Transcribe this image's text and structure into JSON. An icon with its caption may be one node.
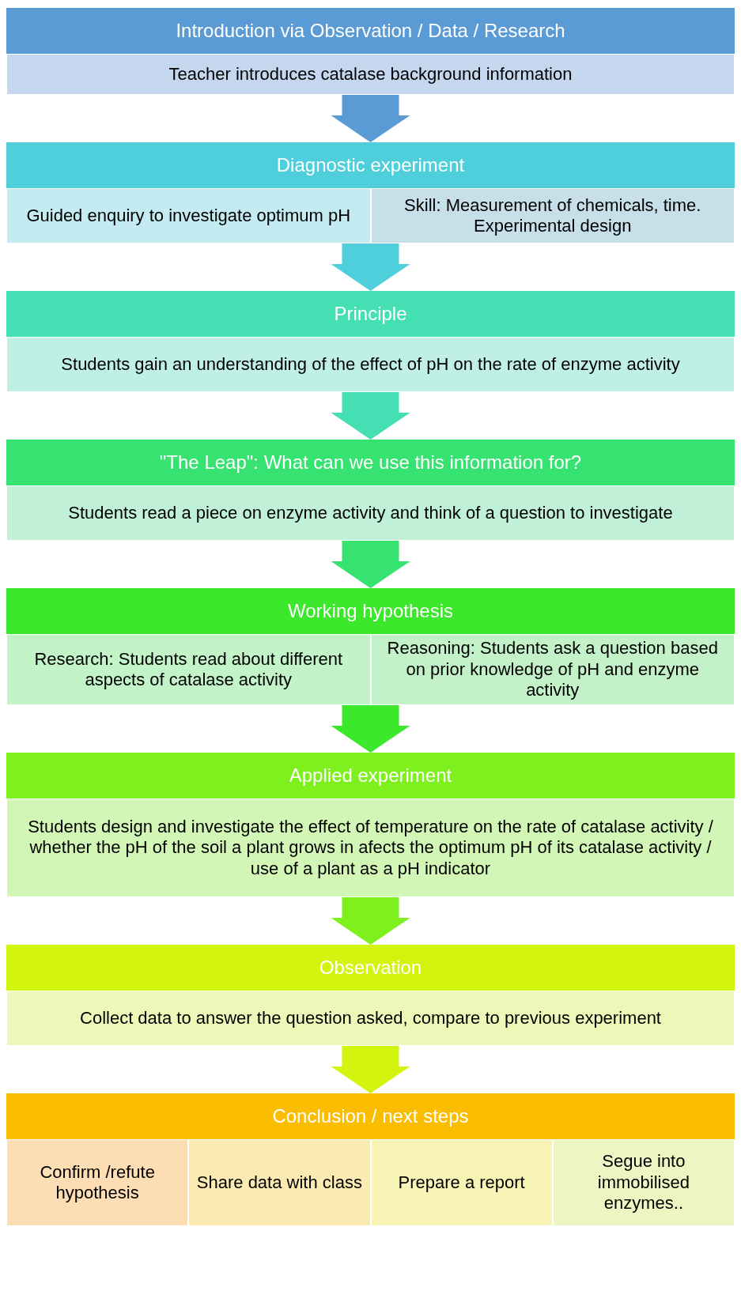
{
  "diagram": {
    "nodes": [
      {
        "text": [
          "Introduction via Observation / Data / Research"
        ]
      },
      {
        "text": [
          "Teacher introduces catalase background information"
        ],
        "in": 0
      },
      {
        "text": [
          "Diagnostic experiment"
        ]
      },
      {
        "text": [
          "Guided enquiry to investigate optimum pH"
        ],
        "in": 2
      },
      {
        "text": [
          "Skill: Measurement of chemicals, time. Experimental design"
        ],
        "in": 2
      },
      {
        "text": [
          "Principle"
        ]
      },
      {
        "text": [
          "Students gain an understanding of the effect of pH on the rate of enzyme activity"
        ],
        "in": 5
      },
      {
        "text": [
          "\"The Leap\": What can we use this information for?"
        ]
      },
      {
        "text": [
          "Students read a piece on enzyme activity and think of a question to investigate"
        ],
        "in": 7
      },
      {
        "text": [
          "Working hypothesis"
        ]
      },
      {
        "text": [
          "Research: Students read about different aspects of catalase activity"
        ],
        "in": 9
      },
      {
        "text": [
          "Reasoning: Students ask a question based on prior knowledge of pH and enzyme activity"
        ],
        "in": 9
      },
      {
        "text": [
          "Applied experiment"
        ]
      },
      {
        "text": [
          "Students design and investigate the effect of temperature on the rate of catalase activity / whether the pH of the soil a plant grows in afects the optimum pH of its catalase activity / use of a plant as a pH indicator"
        ],
        "in": 12
      },
      {
        "text": [
          "Observation"
        ]
      },
      {
        "text": [
          "Collect data to answer the question asked, compare to previous experiment"
        ],
        "in": 14
      },
      {
        "text": [
          "Conclusion / next steps"
        ]
      },
      {
        "text": [
          "Confirm /refute hypothesis"
        ],
        "in": 16
      },
      {
        "text": [
          "Share data with class"
        ],
        "in": 16
      },
      {
        "text": [
          "Prepare a report"
        ],
        "in": 16
      },
      {
        "text": [
          "Segue into immobilised enzymes.."
        ],
        "in": 16
      }
    ],
    "edges": [
      {
        "from": 0,
        "to": 2,
        "arrow": "to",
        "color": "#5b9bd5"
      },
      {
        "from": 2,
        "to": 5,
        "arrow": "to",
        "color": "#4ecfdb"
      },
      {
        "from": 5,
        "to": 7,
        "arrow": "to",
        "color": "#44dfb2"
      },
      {
        "from": 7,
        "to": 9,
        "arrow": "to",
        "color": "#36e270"
      },
      {
        "from": 9,
        "to": 12,
        "arrow": "to",
        "color": "#3be82b"
      },
      {
        "from": 12,
        "to": 14,
        "arrow": "to",
        "color": "#7ef01e"
      },
      {
        "from": 14,
        "to": 16,
        "arrow": "to",
        "color": "#d3f40e"
      }
    ]
  }
}
